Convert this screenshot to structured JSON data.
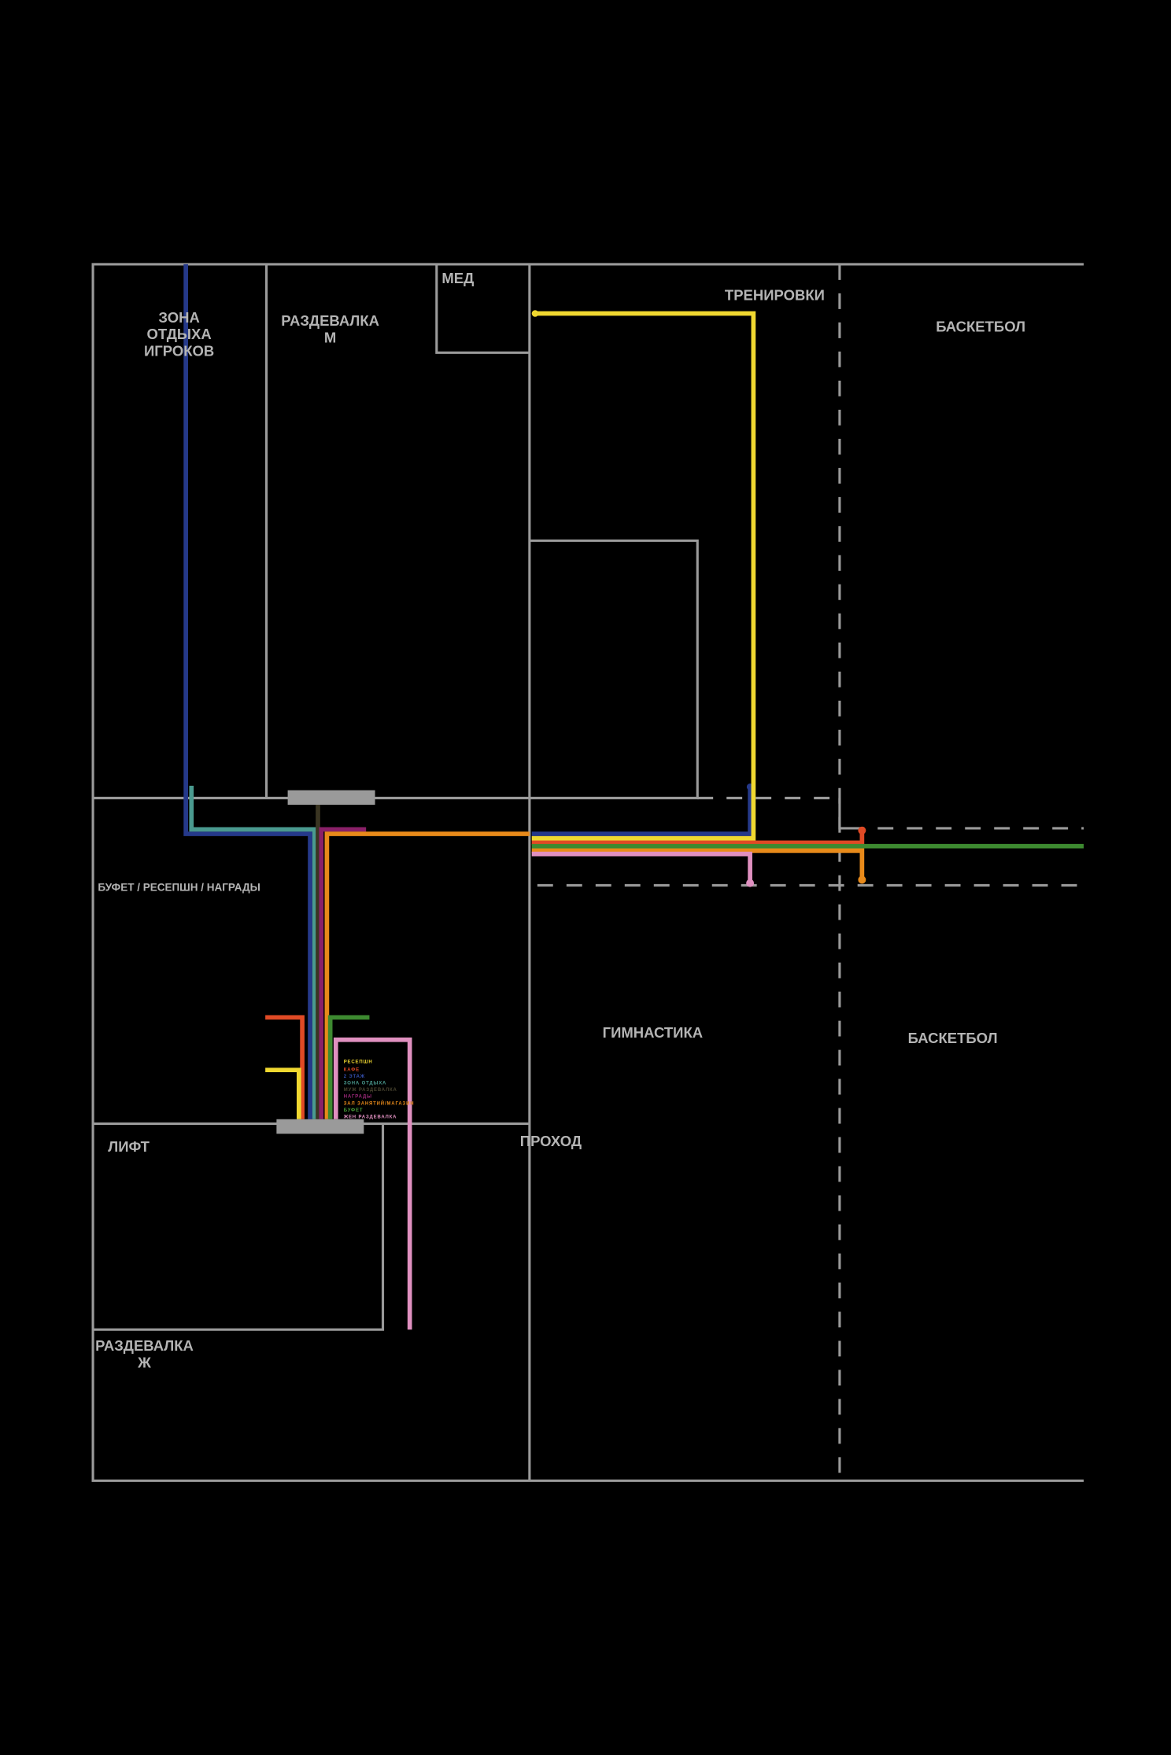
{
  "rooms": {
    "rest_zone": [
      "ЗОНА",
      "ОТДЫХА",
      "ИГРОКОВ"
    ],
    "locker_m": [
      "РАЗДЕВАЛКА",
      "М"
    ],
    "med": "МЕД",
    "training": "ТРЕНИРОВКИ",
    "basketball_top": "БАСКЕТБОЛ",
    "buffet": "БУФЕТ / РЕСЕПШН / НАГРАДЫ",
    "gymnastics": "ГИМНАСТИКА",
    "basketball_bottom": "БАСКЕТБОЛ",
    "lift": "ЛИФТ",
    "passage": "ПРОХОД",
    "locker_f": [
      "РАЗДЕВАЛКА",
      "Ж"
    ]
  },
  "legend": [
    {
      "label": "РЕСЕПШН",
      "color": "#f0d830"
    },
    {
      "label": "КАФЕ",
      "color": "#e04a25"
    },
    {
      "label": "2 ЭТАЖ",
      "color": "#25398a"
    },
    {
      "label": "ЗОНА ОТДЫХА",
      "color": "#4a9a8f"
    },
    {
      "label": "МУЖ РАЗДЕВАЛКА",
      "color": "#3a3522"
    },
    {
      "label": "НАГРАДЫ",
      "color": "#8a2068"
    },
    {
      "label": "ЗАЛ ЗАНЯТИЙ/МАГАЗИН",
      "color": "#e88a1a"
    },
    {
      "label": "БУФЕТ",
      "color": "#3d8a30"
    },
    {
      "label": "ЖЕН РАЗДЕВАЛКА",
      "color": "#e090c0"
    }
  ]
}
